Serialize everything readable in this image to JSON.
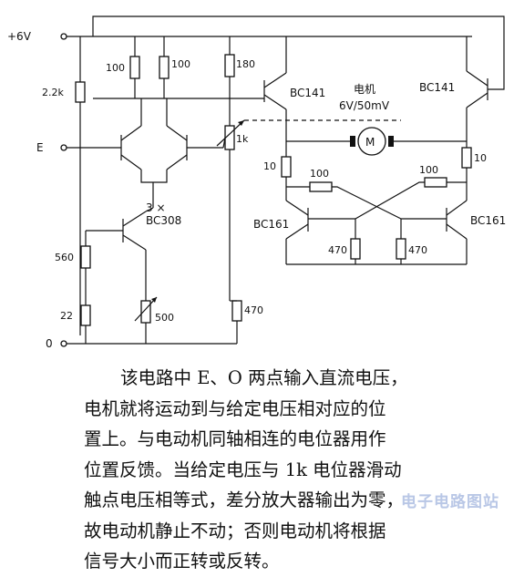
{
  "figure": {
    "supply_label": "+6V",
    "ground_label": "0",
    "input_label": "E",
    "motor_group": {
      "title": "电机",
      "rating": "6V/50mV",
      "symbol": "M"
    },
    "transistors": {
      "q_diff": "3 ×\nBC308",
      "q_drive_left": "BC141",
      "q_drive_right": "BC141",
      "q_lower_left": "BC161",
      "q_lower_right": "BC161"
    },
    "resistors": {
      "r_22k": "2.2k",
      "r_100_a": "100",
      "r_100_b": "100",
      "r_180": "180",
      "r_pot_1k": "1k",
      "r_10_left": "10",
      "r_10_right": "10",
      "r_100_cross_left": "100",
      "r_100_cross_right": "100",
      "r_470_left": "470",
      "r_470_right": "470",
      "r_560": "560",
      "r_22": "22",
      "r_pot_500": "500",
      "r_470_bottom": "470"
    }
  },
  "caption": [
    "该电路中 E、O 两点输入直流电压，",
    "电机就将运动到与给定电压相对应的位",
    "置上。与电动机同轴相连的电位器用作",
    "位置反馈。当给定电压与 1k 电位器滑动",
    "触点电压相等式，差分放大器输出为零，",
    "故电动机静止不动；否则电动机将根据",
    "信号大小而正转或反转。"
  ],
  "watermark": "电子电路图站"
}
